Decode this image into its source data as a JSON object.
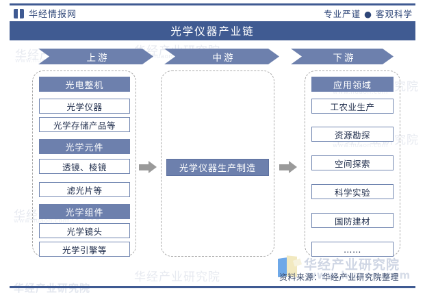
{
  "header": {
    "brand_name": "华经情报网",
    "brand_icon": "book-mark-icon",
    "slogan": "专业严谨 ● 客观科学"
  },
  "title": {
    "text": "光学仪器产业链"
  },
  "colors": {
    "title_band": "#405b92",
    "stage_banner": "#6d80ad",
    "node_fill": "#6d80ad",
    "leaf_border": "#7085b0",
    "arrow": "#9a9a9a",
    "dashed_border": "#a8a8a8",
    "brand_text": "#2e4678"
  },
  "stages": {
    "upstream": {
      "label": "上游"
    },
    "midstream": {
      "label": "中游"
    },
    "downstream": {
      "label": "下游"
    }
  },
  "upstream": {
    "groups": [
      {
        "header": "光电整机",
        "items": [
          "光学仪器",
          "光学存储产品等"
        ]
      },
      {
        "header": "光学元件",
        "items": [
          "透镜、棱镜",
          "滤光片等"
        ]
      },
      {
        "header": "光学组件",
        "items": [
          "光学镜头",
          "光学引擎等"
        ]
      }
    ]
  },
  "midstream": {
    "node": "光学仪器生产制造"
  },
  "downstream": {
    "groups": [
      {
        "header": "应用领域",
        "items": [
          "工农业生产",
          "资源勘探",
          "空间探索",
          "科学实验",
          "国防建材",
          "……"
        ]
      }
    ]
  },
  "footer": {
    "source": "资料来源：华经产业研究院整理",
    "watermark_name": "华经产业研究院",
    "watermark_url": "www.huaon.com",
    "bottom_watermark": "华经产业研究院"
  },
  "background_watermarks": {
    "name": "华经产业研究院",
    "url": "www.huaon.com"
  }
}
